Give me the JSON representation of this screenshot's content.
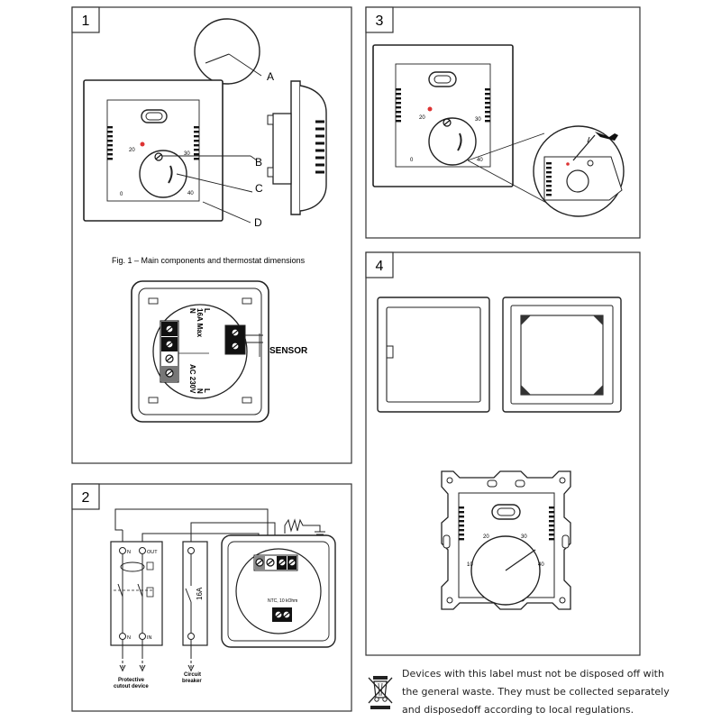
{
  "panels": {
    "p1": {
      "number": "1"
    },
    "p2": {
      "number": "2"
    },
    "p3": {
      "number": "3"
    },
    "p4": {
      "number": "4"
    }
  },
  "panel1": {
    "callouts": [
      "A",
      "B",
      "C",
      "D"
    ],
    "caption": "Fig. 1 – Main components and thermostat dimensions",
    "dial_scale": {
      "min": "0",
      "mid_left": "20",
      "mid_right": "30",
      "max": "40"
    },
    "wiring": {
      "top_terminal_label": [
        "N",
        "16A Max",
        "L"
      ],
      "bottom_terminal_label": [
        "AC 230V",
        "N",
        "L"
      ],
      "sensor_label": "SENSOR"
    }
  },
  "panel2": {
    "rcd_labels": {
      "n_top": "N",
      "out": "OUT",
      "n_bottom": "N",
      "in": "IN"
    },
    "breaker_label": "16A",
    "ntc_label": "NTC, 10 kOhm",
    "protective_device": [
      "Protective",
      "cutout device"
    ],
    "circuit_breaker": [
      "Circuit",
      "breaker"
    ]
  },
  "panel3": {
    "dial_scale": {
      "min": "0",
      "mid_left": "20",
      "mid_right": "30",
      "max": "40"
    }
  },
  "panel4": {
    "dial_scale": {
      "mid_left": "20",
      "mid_right": "30",
      "min": "10",
      "max": "40"
    }
  },
  "disposal_notice": {
    "lines": [
      "Devices with this label must not be disposed off with",
      "the general waste. They must be collected separately",
      "and disposedoff according to local regulations."
    ]
  }
}
